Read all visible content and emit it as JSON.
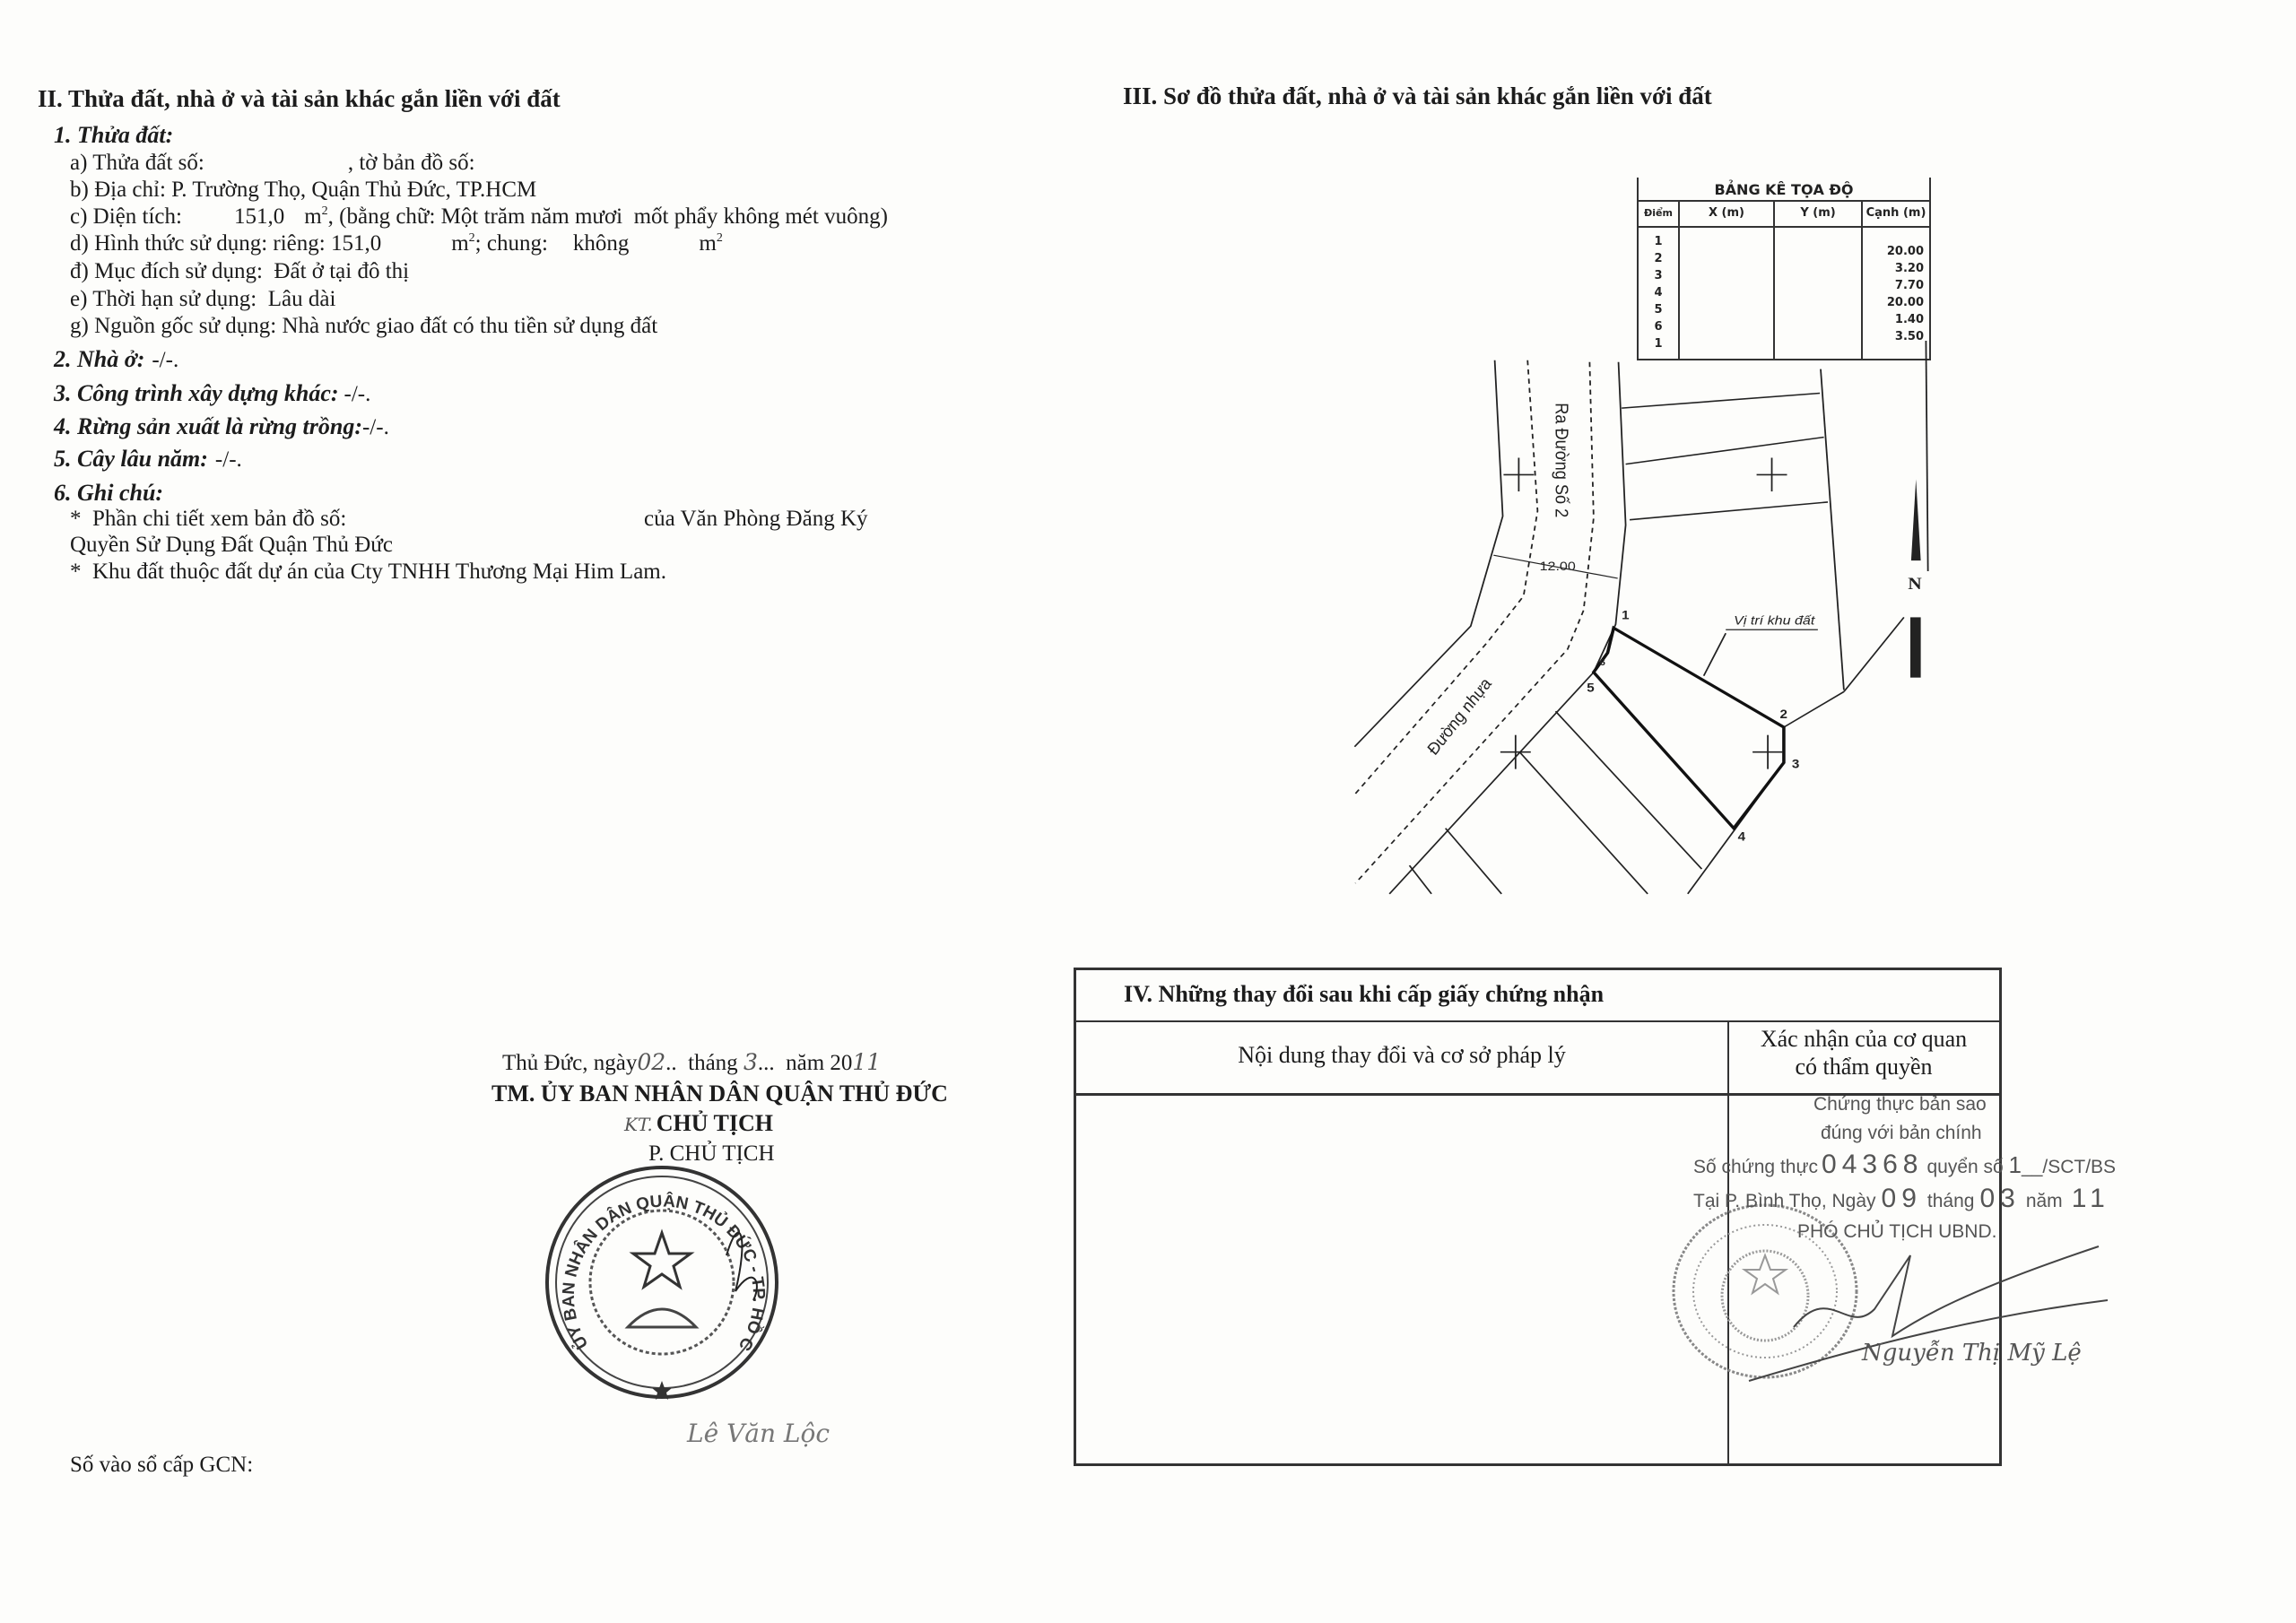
{
  "section2": {
    "title": "II. Thửa đất, nhà ở và tài sản khác gắn liền với đất",
    "land_heading": "1. Thửa đất:",
    "a_label": "a) Thửa đất số:",
    "a_map_label": ", tờ bản đồ số:",
    "b_label": "b) Địa chỉ:",
    "b_value": "P. Trường Thọ, Quận Thủ Đức, TP.HCM",
    "c_label": "c) Diện tích:",
    "c_value": "151,0",
    "unit": "m",
    "sup": "2",
    "c_words": ", (bằng chữ: Một trăm năm mươi  mốt phẩy không mét vuông)",
    "d_label": "d) Hình thức sử dụng: riêng:",
    "d_private": "151,0",
    "d_common_label": "; chung:",
    "d_common": "không",
    "dd_label": "đ) Mục đích sử dụng:",
    "dd_value": "Đất ở tại đô thị",
    "e_label": "e) Thời hạn sử dụng:",
    "e_value": "Lâu dài",
    "g_label": "g) Nguồn gốc sử dụng:",
    "g_value": "Nhà nước giao đất có thu tiền sử dụng đất",
    "house": "2. Nhà ở:",
    "other_construction": "3. Công trình xây dựng khác:",
    "forest": "4. Rừng sản xuất là rừng trồng:",
    "perennial": "5. Cây lâu năm:",
    "none_value": "-/-.",
    "notes_heading": "6. Ghi chú:",
    "note1_a": "*  Phần chi tiết xem bản đồ số:",
    "note1_b": "của Văn Phòng Đăng Ký",
    "note1_c": "Quyền Sử Dụng Đất Quận Thủ Đức",
    "note2": "*  Khu đất thuộc đất dự án của Cty TNHH Thương Mại Him Lam."
  },
  "signature_block": {
    "date_prefix": "Thủ Đức, ngày",
    "day": "02",
    "month_label": "tháng",
    "month": "3",
    "year_label": "năm 20",
    "year": "11",
    "org": "TM. ỦY BAN NHÂN DÂN QUẬN THỦ ĐỨC",
    "kt": "KT.",
    "chairman": "CHỦ TỊCH",
    "vice": "P. CHỦ TỊCH",
    "seal_text": "ỦY BAN NHÂN DÂN QUẬN THỦ ĐỨC - TP. HỒ CHÍ MINH",
    "signer": "Lê Văn Lộc",
    "register_label": "Số vào sổ cấp GCN:"
  },
  "section3": {
    "title": "III. Sơ đồ thửa đất, nhà ở và tài sản khác gắn liền với đất",
    "table_title": "BẢNG KÊ TỌA ĐỘ",
    "columns": [
      "Điểm",
      "X (m)",
      "Y (m)",
      "Cạnh (m)"
    ],
    "points": [
      "1",
      "2",
      "3",
      "4",
      "5",
      "6",
      "1"
    ],
    "edges": [
      "20.00",
      "3.20",
      "7.70",
      "20.00",
      "1.40",
      "3.50"
    ],
    "road_label": "Ra Đường Số 2",
    "paved_road_label": "Đường nhựa",
    "road_width": "12.00",
    "parcel_label": "Vị trí khu đất",
    "vertex_labels": [
      "1",
      "2",
      "3",
      "4",
      "5",
      "6"
    ]
  },
  "section4": {
    "title": "IV. Những thay đổi sau khi cấp giấy chứng nhận",
    "col1": "Nội dung thay đổi và cơ sở pháp lý",
    "col2_line1": "Xác nhận của cơ quan",
    "col2_line2": "có thẩm quyền",
    "cert_line1": "Chứng thực bản sao",
    "cert_line2": "đúng với bản chính",
    "cert_no_label": "Số chứng thực",
    "cert_no": "04368",
    "book_label": "quyển số",
    "book_no": "1",
    "book_suffix": "/SCT/BS",
    "place_label": "Tại P. Bình Thọ, Ngày",
    "cert_day": "09",
    "cert_month_label": "tháng",
    "cert_month": "03",
    "cert_year_label": "năm",
    "cert_year": "11",
    "cert_title": "PHÓ CHỦ TỊCH UBND.",
    "cert_signer": "Nguyễn Thị Mỹ Lệ"
  }
}
